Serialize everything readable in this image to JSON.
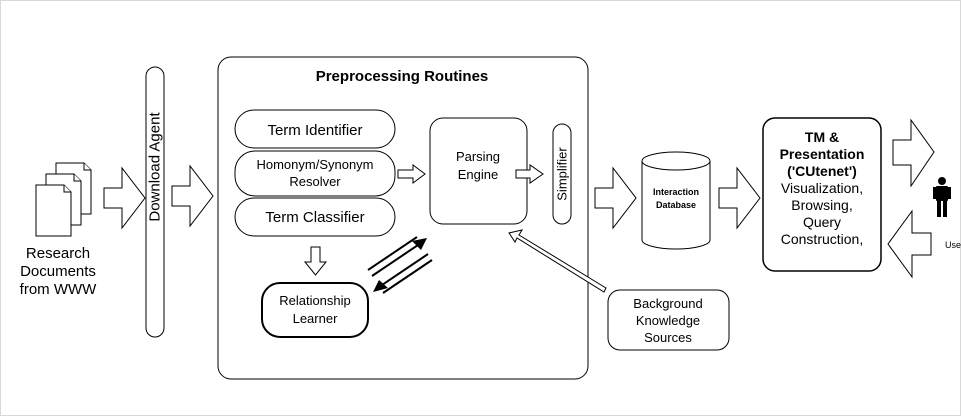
{
  "source_docs": {
    "label_lines": [
      "Research",
      "Documents",
      "from WWW"
    ]
  },
  "download_agent": {
    "label": "Download Agent"
  },
  "preprocessing": {
    "title": "Preprocessing Routines",
    "term_identifier": "Term Identifier",
    "homonym_resolver_lines": [
      "Homonym/Synonym",
      "Resolver"
    ],
    "term_classifier": "Term Classifier",
    "relationship_learner_lines": [
      "Relationship",
      "Learner"
    ],
    "parsing_engine_lines": [
      "Parsing",
      "Engine"
    ],
    "simplifier": "Simplifier"
  },
  "interaction_db": {
    "label_lines": [
      "Interaction",
      "Database"
    ]
  },
  "background": {
    "label_lines": [
      "Background",
      "Knowledge",
      "Sources"
    ]
  },
  "presentation": {
    "title_lines": [
      "TM &",
      "Presentation",
      "('CUtenet')"
    ],
    "feature_lines": [
      "Visualization,",
      "Browsing,",
      "Query",
      "Construction,"
    ]
  },
  "user": {
    "label": "User"
  }
}
